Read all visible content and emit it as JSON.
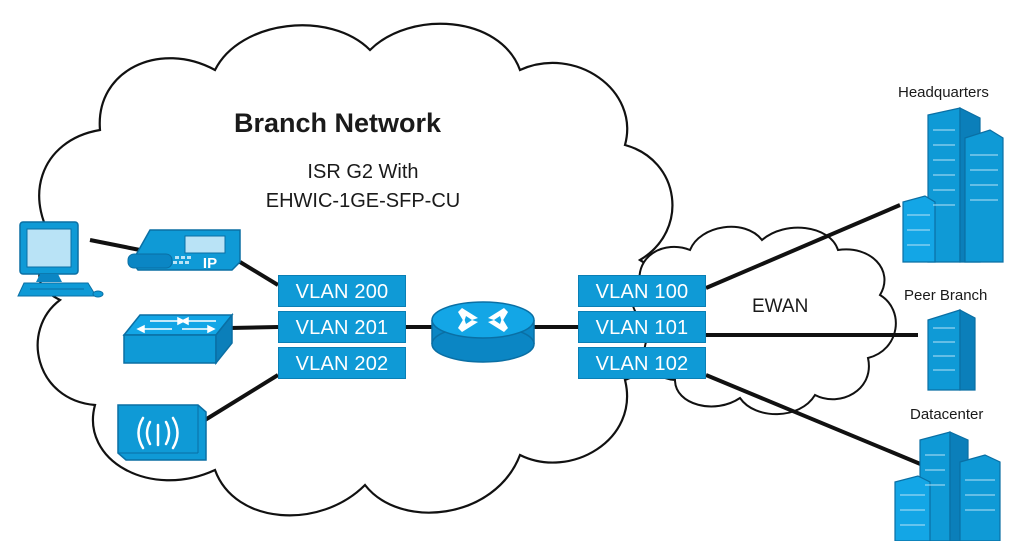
{
  "diagram": {
    "title": "Branch Network",
    "subtitle_line1": "ISR G2 With",
    "subtitle_line2": "EHWIC-1GE-SFP-CU",
    "branch_vlans": [
      "VLAN 200",
      "VLAN 201",
      "VLAN 202"
    ],
    "wan_vlans": [
      "VLAN 100",
      "VLAN 101",
      "VLAN 102"
    ],
    "ewan_label": "EWAN",
    "phone_label": "IP",
    "sites": {
      "headquarters": "Headquarters",
      "peer_branch": "Peer Branch",
      "datacenter": "Datacenter"
    },
    "colors": {
      "device_blue": "#0f9ad6",
      "device_dark": "#0a6fa4",
      "line": "#111111",
      "cloud_stroke": "#111111"
    },
    "icons": [
      "pc-icon",
      "ip-phone-icon",
      "switch-icon",
      "wireless-ap-icon",
      "router-icon",
      "building-icon"
    ]
  }
}
